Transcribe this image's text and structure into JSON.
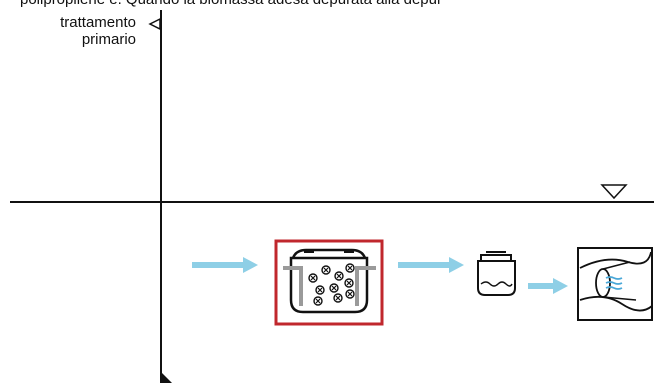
{
  "caption": {
    "text": "polipropilene e. Quando la biomassa adesa depurata alla depur"
  },
  "stage": {
    "label_line1": "trattamento",
    "label_line2": "primario"
  },
  "colors": {
    "ink": "#111111",
    "flow_arrow": "#8ecfe6",
    "highlight_box": "#c0272d",
    "pipe": "#9a9a9a",
    "water_wave": "#4aa8d8"
  },
  "icons": {
    "tank": "biofilm-reactor-icon",
    "clarifier": "settling-tank-icon",
    "discharge": "outfall-discharge-icon",
    "water_level": "water-level-triangle-icon"
  }
}
